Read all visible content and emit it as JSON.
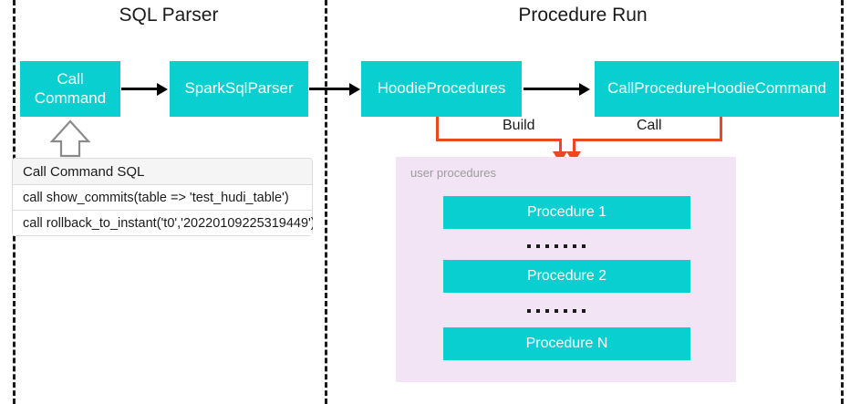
{
  "diagram": {
    "sections": [
      {
        "title": "SQL Parser"
      },
      {
        "title": "Procedure Run"
      }
    ],
    "nodes": {
      "call_command": "Call\nCommand",
      "spark_sql_parser": "SparkSqlParser",
      "hoodie_procedures": "HoodieProcedures",
      "call_procedure_hoodie_command": "CallProcedureHoodieCommand"
    },
    "edge_labels": {
      "build": "Build",
      "call": "Call"
    },
    "sql_table": {
      "header": "Call Command SQL",
      "rows": [
        "call show_commits(table => 'test_hudi_table')",
        "call rollback_to_instant('t0','20220109225319449')"
      ]
    },
    "user_procedures": {
      "label": "user procedures",
      "items": [
        "Procedure 1",
        "Procedure 2",
        "Procedure N"
      ]
    },
    "colors": {
      "node_fill": "#0ACFD1",
      "node_text": "#FFFFFF",
      "panel_fill": "#F2E3F5",
      "connector_orange": "#E8491E",
      "connector_black": "#000000",
      "separator": "#1A1A1A"
    }
  }
}
